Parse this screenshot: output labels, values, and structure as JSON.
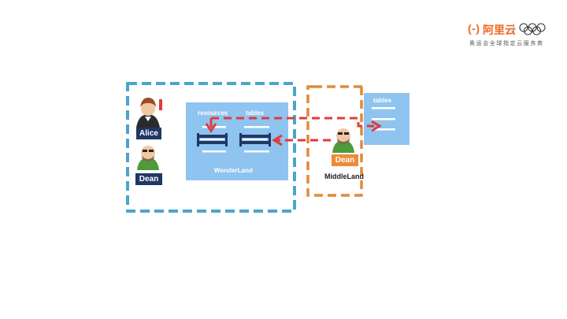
{
  "brand": {
    "mark": "(-)",
    "name": "阿里云",
    "tagline": "奥运会全球指定云服务商",
    "accent_color": "#f26a20",
    "icon": "olympic-rings-icon"
  },
  "diagram": {
    "wonderland": {
      "label": "WonderLand",
      "resources_label": "resources",
      "tables_label": "tables",
      "border_color": "#4aa6c9",
      "fill_color": "#8fc3f0"
    },
    "middleland": {
      "label": "MiddleLand",
      "tables_label": "tables",
      "border_color": "#e08a3c"
    },
    "users": {
      "alice": "Alice",
      "dean_inside": "Dean",
      "dean_outside": "Dean"
    },
    "arrow_color": "#e03b3b",
    "label_color": "#1f3864",
    "orange_label_color": "#ed8b3a"
  }
}
